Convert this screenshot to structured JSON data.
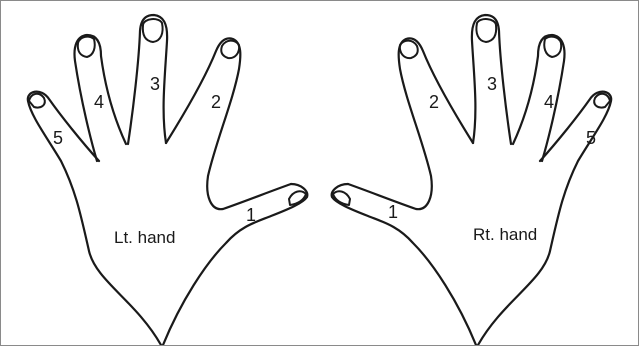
{
  "left_hand": {
    "label": "Lt. hand",
    "fingers": [
      "1",
      "2",
      "3",
      "4",
      "5"
    ]
  },
  "right_hand": {
    "label": "Rt. hand",
    "fingers": [
      "1",
      "2",
      "3",
      "4",
      "5"
    ]
  }
}
